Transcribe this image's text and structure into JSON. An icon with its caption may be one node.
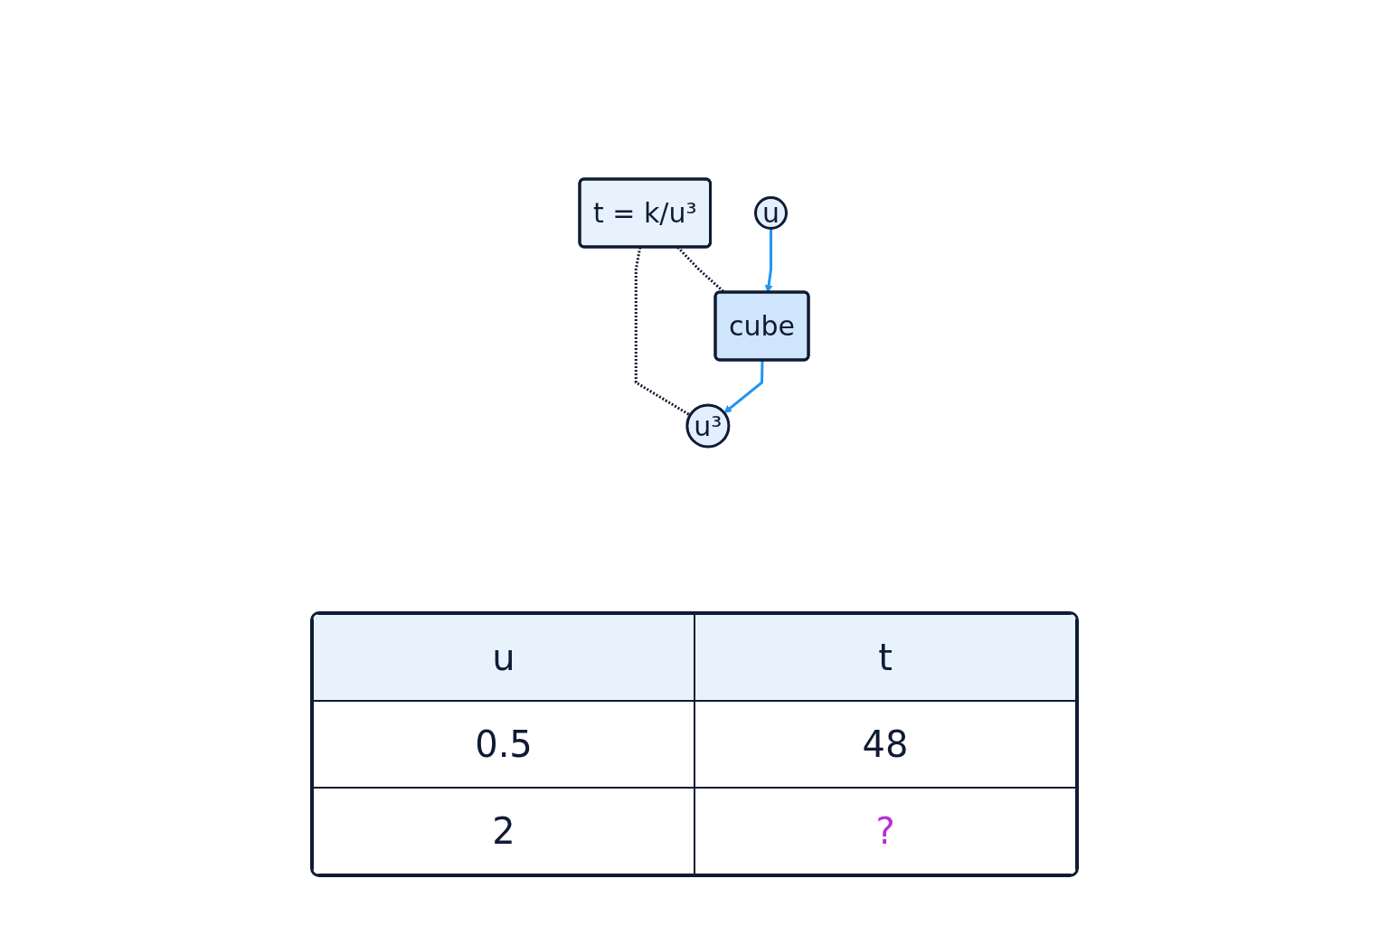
{
  "diagram": {
    "nodes": [
      {
        "text": [
          "t = k/u³"
        ]
      },
      {
        "text": [
          "u"
        ]
      },
      {
        "text": [
          "cube"
        ]
      },
      {
        "text": [
          "u³"
        ]
      }
    ],
    "edges": [
      {
        "from": 0,
        "to": 2,
        "arrow": "none",
        "style": "dashed"
      },
      {
        "from": 0,
        "to": 3,
        "arrow": "none",
        "style": "dashed"
      },
      {
        "from": 1,
        "to": 2,
        "arrow": "to",
        "color": "#2196f3"
      },
      {
        "from": 2,
        "to": 3,
        "arrow": "to",
        "color": "#2196f3"
      }
    ],
    "labels": [
      "u",
      "t",
      "0.5",
      "48",
      "2",
      "?"
    ]
  }
}
